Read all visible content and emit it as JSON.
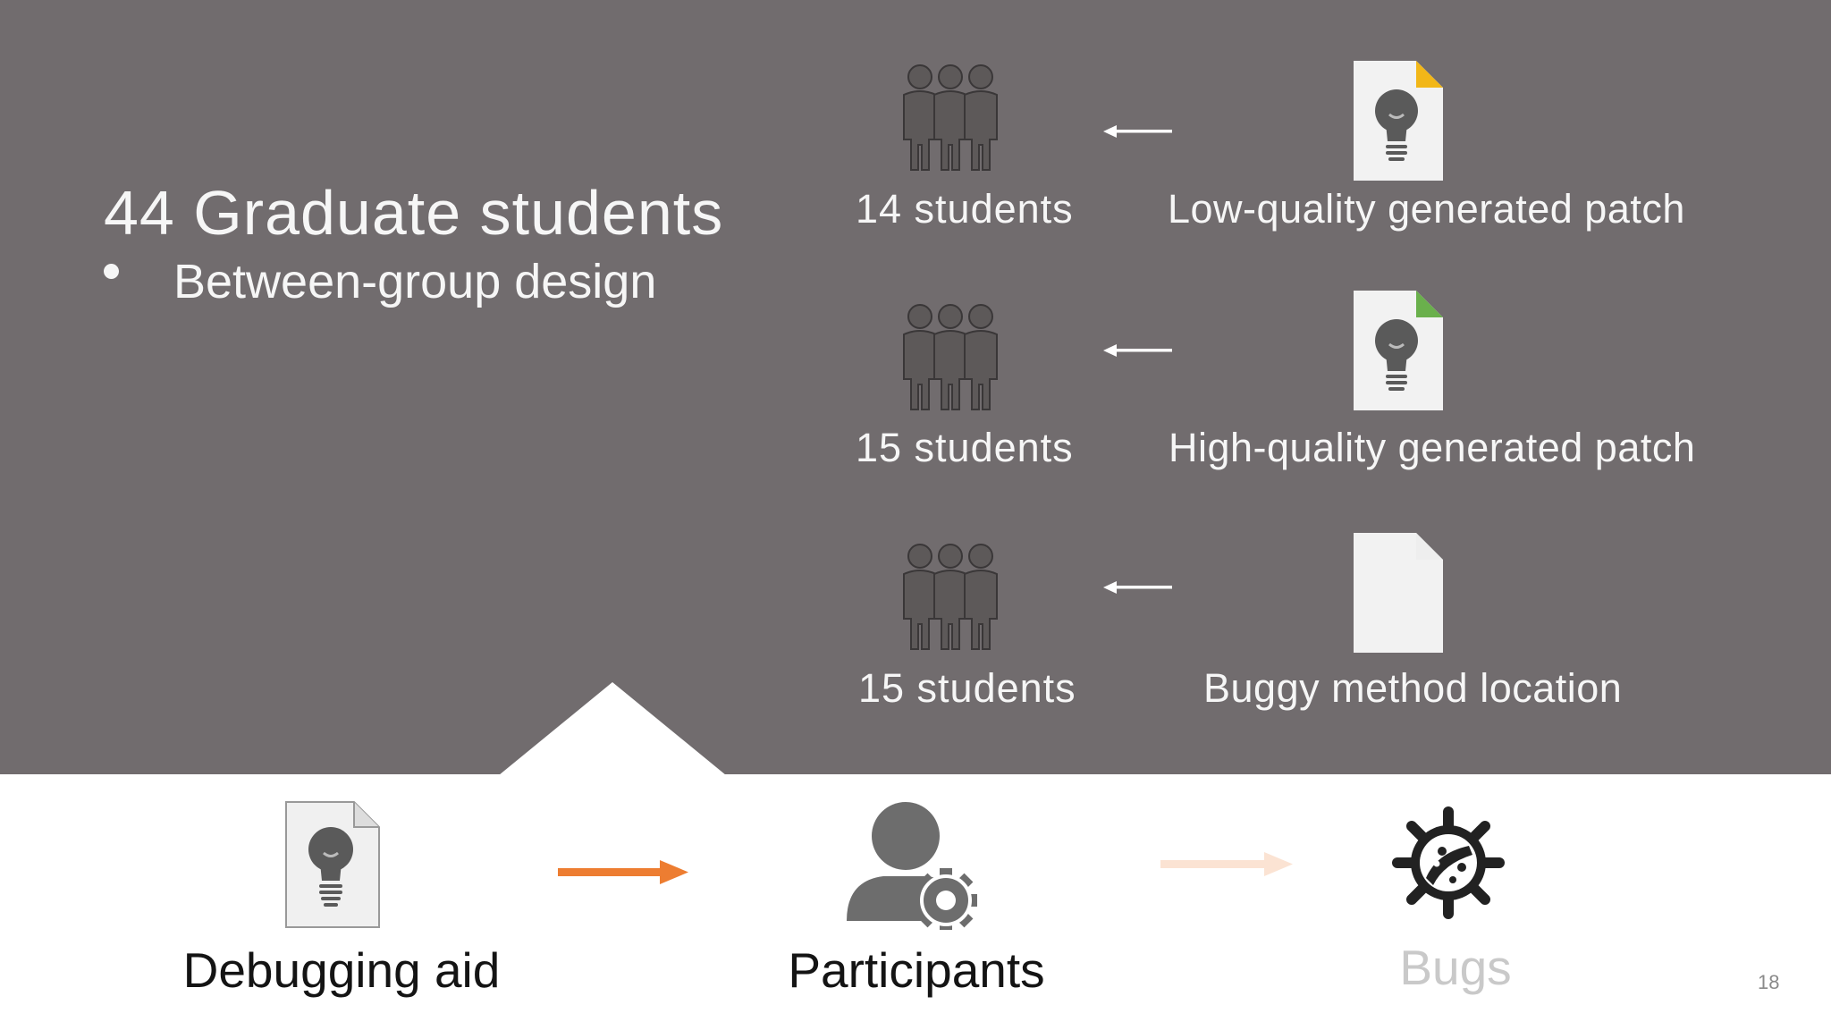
{
  "title": "44 Graduate students",
  "bullet": "Between-group design",
  "groups": [
    {
      "count": "14 students",
      "aid": "Low-quality generated patch",
      "corner_color": "#f2b718",
      "has_bulb": true
    },
    {
      "count": "15 students",
      "aid": "High-quality generated patch",
      "corner_color": "#6ab04c",
      "has_bulb": true
    },
    {
      "count": "15 students",
      "aid": "Buggy method location",
      "corner_color": "#eeeeee",
      "has_bulb": false
    }
  ],
  "flow": {
    "step1": {
      "label": "Debugging aid",
      "icon": "bulb-document-icon"
    },
    "step2": {
      "label": "Participants",
      "icon": "person-gear-icon"
    },
    "step3": {
      "label": "Bugs",
      "icon": "bug-icon"
    }
  },
  "colors": {
    "background": "#716c6e",
    "accent": "#ed7d31",
    "faded_accent": "#fbe3d3"
  },
  "page_number": "18"
}
